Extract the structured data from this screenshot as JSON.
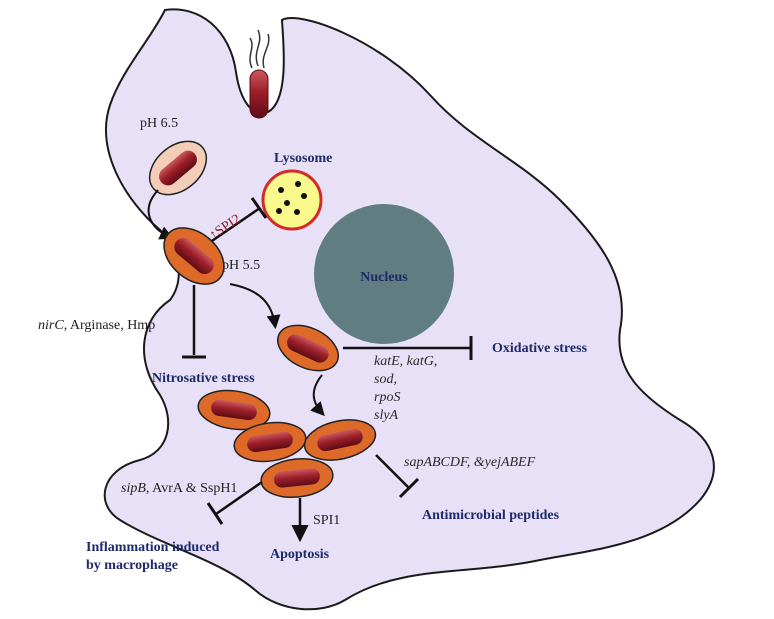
{
  "labels": {
    "ph65": "pH 6.5",
    "lysosome": "Lysosome",
    "spi2": "↑SPI2",
    "ph55": "pH 5.5",
    "nucleus": "Nucleus",
    "nitrosative_italic": "nirC",
    "nitrosative_genes": ", Arginase, Hmp",
    "nitrosative_stress": "Nitrosative stress",
    "oxidative_stress": "Oxidative stress",
    "oxidative_genes_1": "katE, katG,",
    "oxidative_genes_2": "sod,",
    "oxidative_genes_3": "rpoS",
    "oxidative_genes_4": "slyA",
    "antimicrobial_genes": "sapABCDF, &yejABEF",
    "antimicrobial_peptides": "Antimicrobial peptides",
    "inflammation_genes_italic": "sipB",
    "inflammation_genes": ", AvrA & SspH1",
    "inflammation_1": "Inflammation induced",
    "inflammation_2": "by macrophage",
    "spi1": "SPI1",
    "apoptosis": "Apoptosis"
  },
  "colors": {
    "cell_fill": "#e7e0f6",
    "cell_stroke": "#1a1a1a",
    "nucleus_fill": "#607d81",
    "lysosome_fill": "#fafa8c",
    "lysosome_stroke": "#d32a2a",
    "vacuole_pale": "#f3cdb7",
    "vacuole_orange": "#dd6a29",
    "bacterium": "#9d1f2a",
    "label_blue": "#1f2a6b"
  }
}
